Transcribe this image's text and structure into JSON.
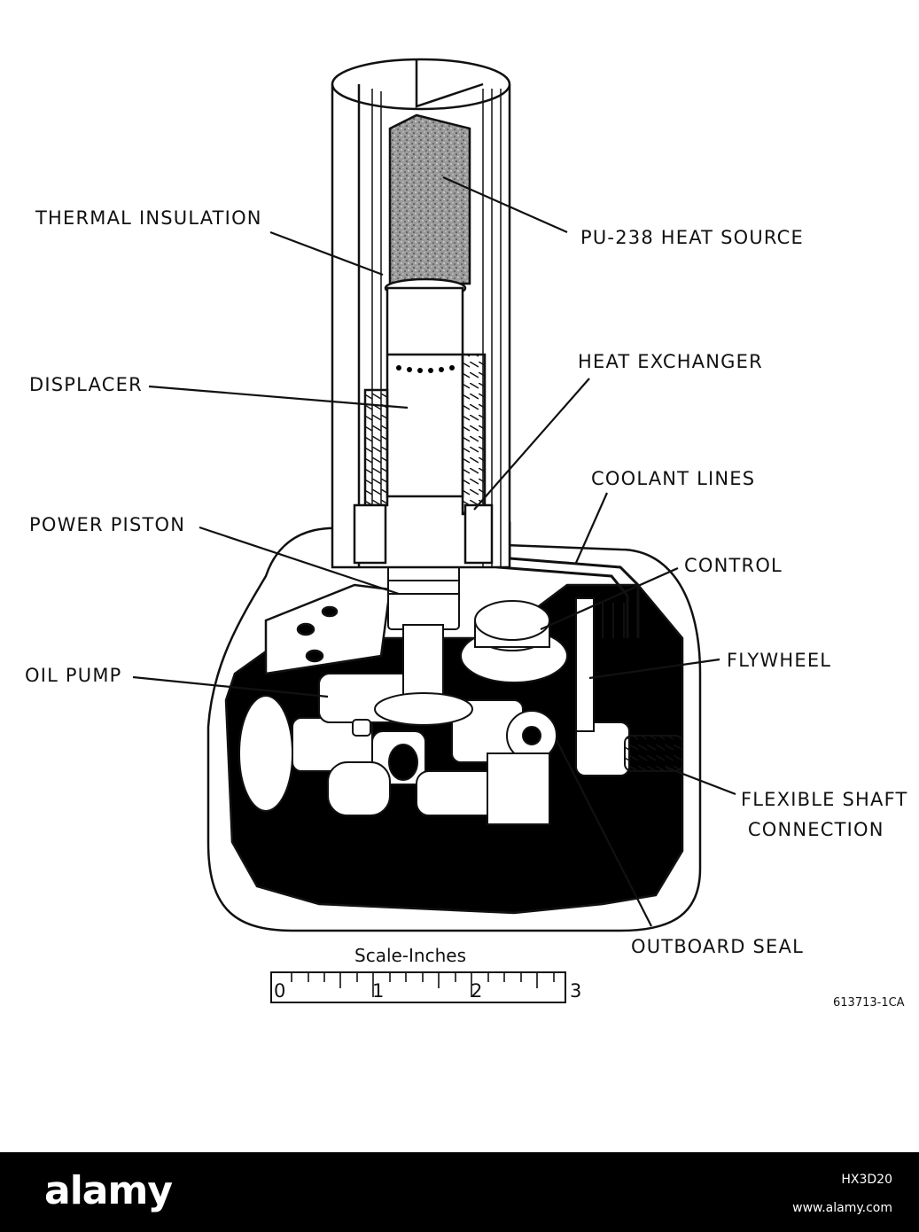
{
  "diagram": {
    "labels": {
      "thermal_insulation": "THERMAL INSULATION",
      "pu238_heat_source": "PU-238 HEAT SOURCE",
      "displacer": "DISPLACER",
      "heat_exchanger": "HEAT EXCHANGER",
      "coolant_lines": "COOLANT LINES",
      "power_piston": "POWER PISTON",
      "control": "CONTROL",
      "oil_pump": "OIL PUMP",
      "flywheel": "FLYWHEEL",
      "flexible_shaft_connection": "FLEXIBLE SHAFT\n CONNECTION",
      "outboard_seal": "OUTBOARD SEAL"
    },
    "scale": {
      "title": "Scale-Inches",
      "ticks": [
        "0",
        "1",
        "2",
        "3"
      ]
    },
    "figure_code": "613713-1CA"
  },
  "footer": {
    "brand": "alamy",
    "image_id": "HX3D20",
    "url": "www.alamy.com"
  },
  "colors": {
    "ink": "#111111",
    "background": "#ffffff",
    "footer": "#000000"
  }
}
